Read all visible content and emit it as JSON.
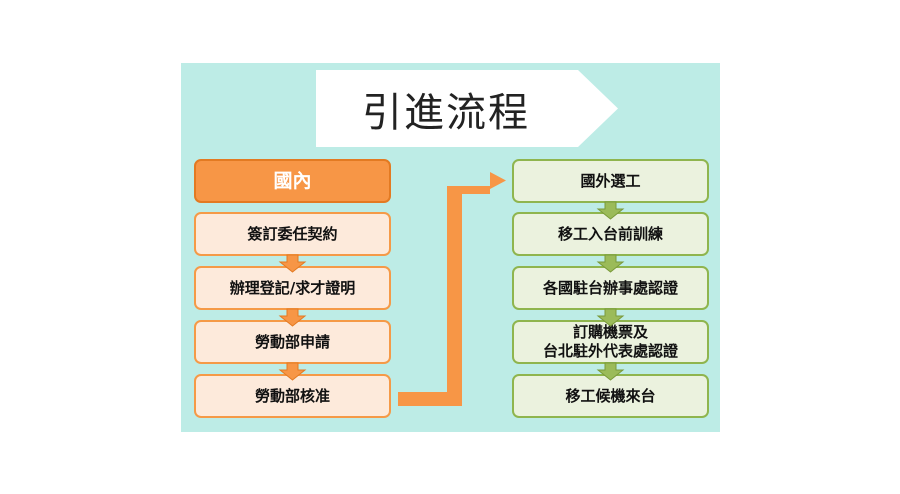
{
  "title": "引進流程",
  "domestic": {
    "header": "國內",
    "steps": [
      "簽訂委任契約",
      "辦理登記/求才證明",
      "勞動部申請",
      "勞動部核准"
    ]
  },
  "overseas": {
    "steps": [
      "國外選工",
      "移工入台前訓練",
      "各國駐台辦事處認證",
      "訂購機票及\n台北駐外代表處認證",
      "移工候機來台"
    ]
  },
  "colors": {
    "panel": "#bdece6",
    "orange": "#f79646",
    "orange_light": "#fdeadb",
    "green": "#9bbb59",
    "green_light": "#ebf2de"
  }
}
